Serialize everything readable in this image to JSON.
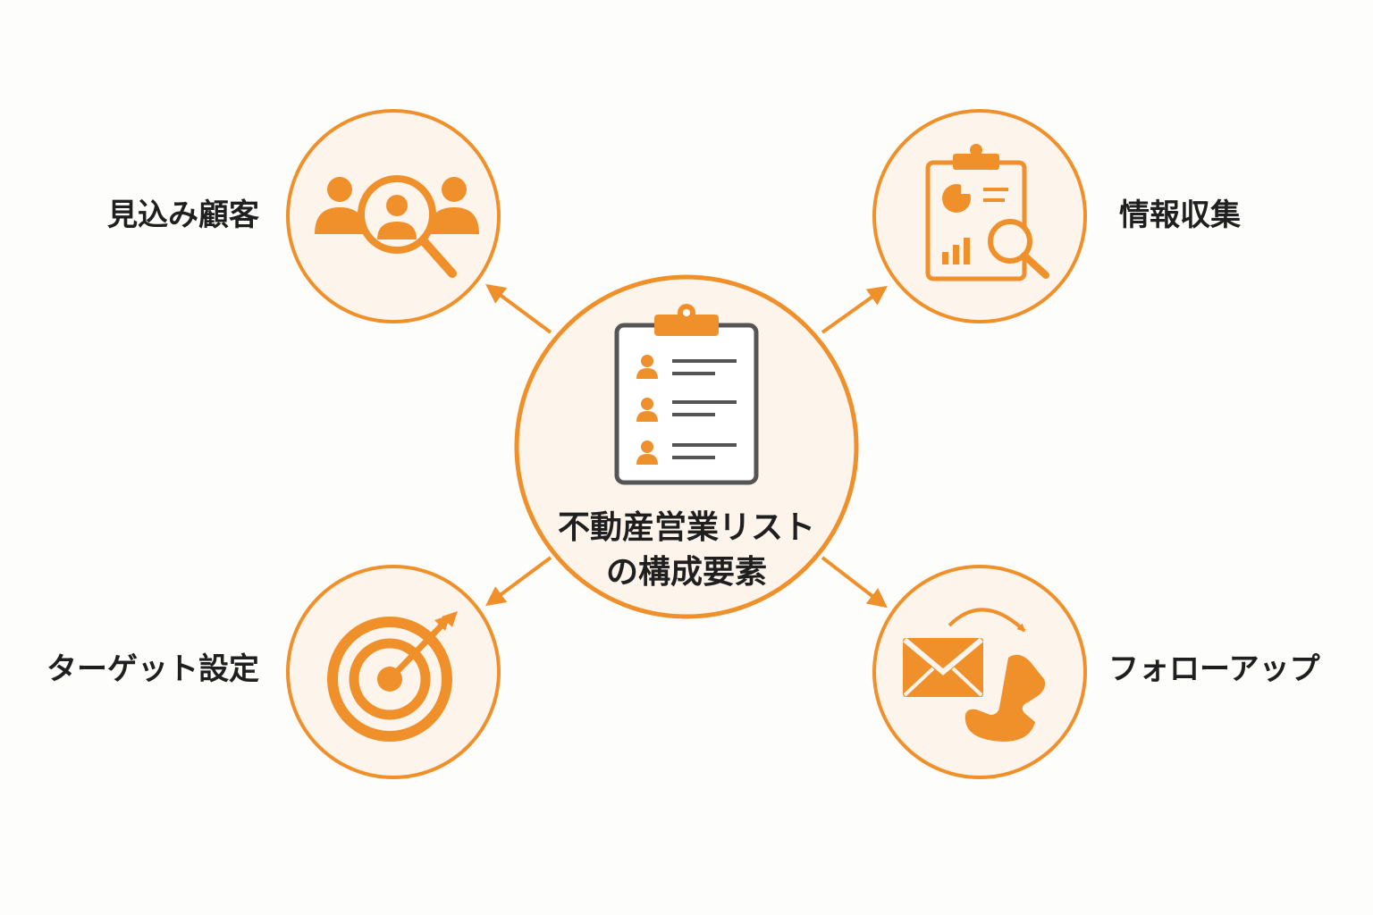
{
  "center": {
    "title_line1": "不動産営業リスト",
    "title_line2": "の構成要素",
    "icon": "clipboard-list-icon"
  },
  "nodes": [
    {
      "id": "top-left",
      "label": "見込み顧客",
      "icon": "people-search-icon"
    },
    {
      "id": "top-right",
      "label": "情報収集",
      "icon": "report-search-icon"
    },
    {
      "id": "bottom-left",
      "label": "ターゲット設定",
      "icon": "target-arrow-icon"
    },
    {
      "id": "bottom-right",
      "label": "フォローアップ",
      "icon": "mail-phone-icon"
    }
  ],
  "colors": {
    "accent": "#f0902a",
    "circle_fill": "#fdf5ec",
    "text": "#1f1f1f",
    "clipboard_outline": "#555555",
    "background": "#fdfdfc"
  }
}
